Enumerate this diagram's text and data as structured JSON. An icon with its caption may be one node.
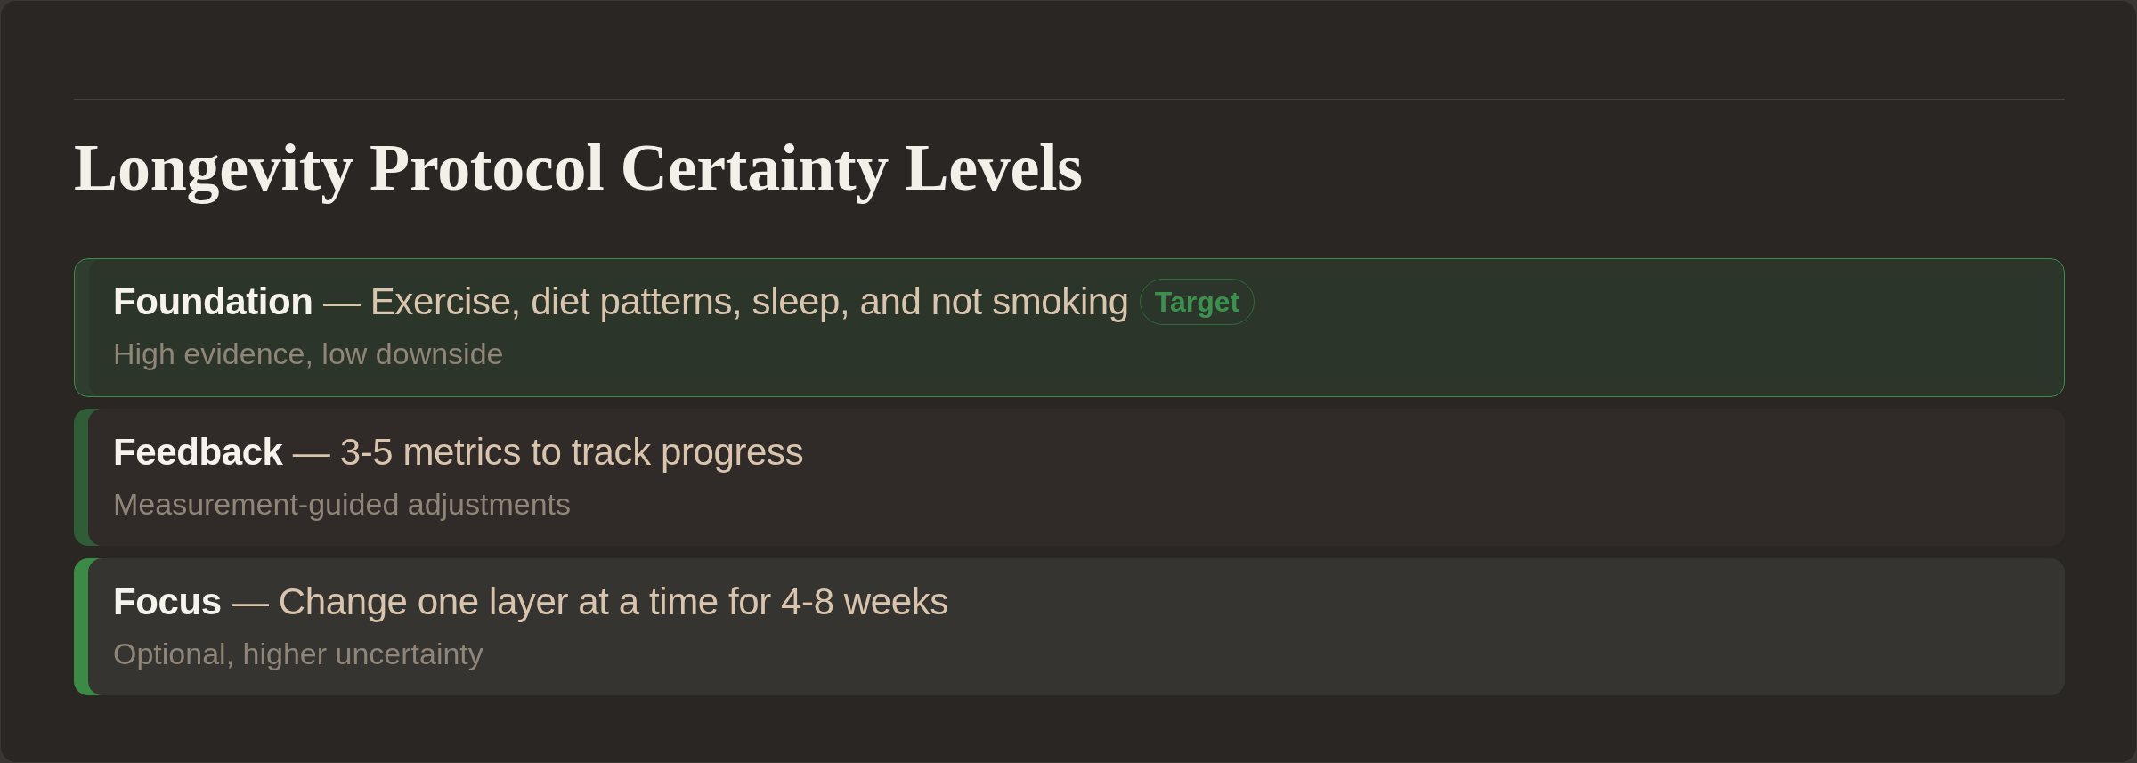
{
  "diagram": {
    "title": "Longevity Protocol Certainty Levels",
    "nodes": [
      {
        "text": [
          "**Foundation** — Exercise, diet patterns, sleep, and not smoking",
          "High evidence, low downside"
        ]
      },
      {
        "text": [
          "Target"
        ],
        "in": 0
      },
      {
        "text": [
          "**Feedback** — 3-5 metrics to track progress",
          "Measurement-guided adjustments"
        ]
      },
      {
        "text": [
          "**Focus** — Change one layer at a time for 4-8 weeks",
          "Optional, higher uncertainty"
        ]
      }
    ]
  }
}
